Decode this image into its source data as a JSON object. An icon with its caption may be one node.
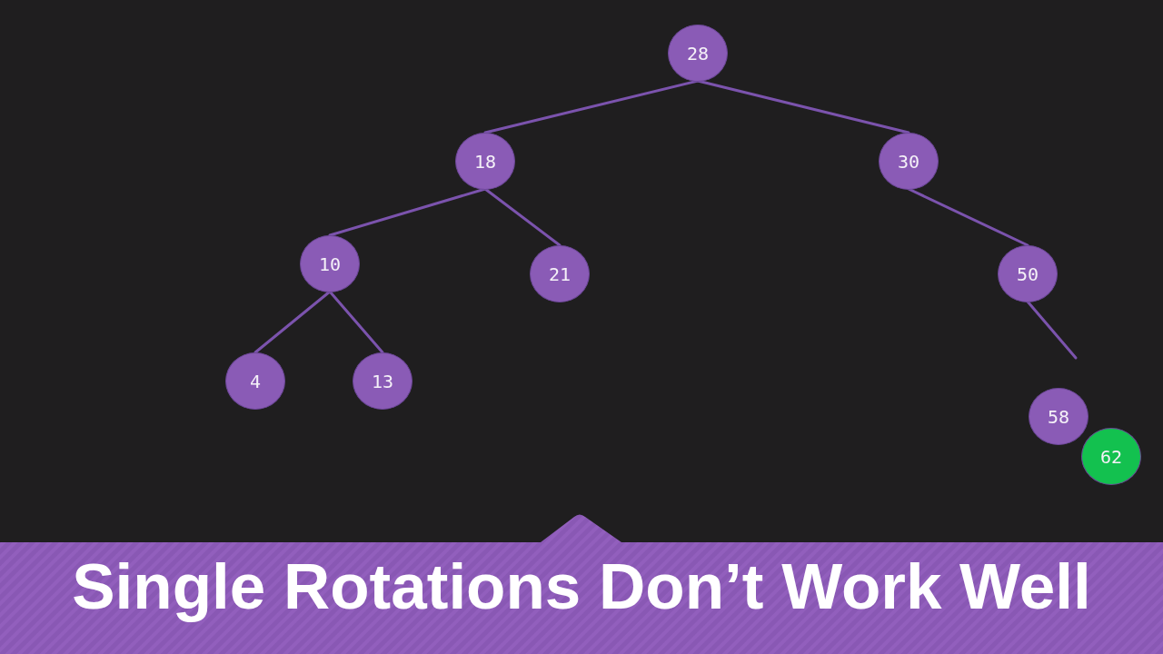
{
  "diagram": {
    "title": "Single Rotations Don’t Work Well",
    "nodes": [
      {
        "text": [
          "28"
        ]
      },
      {
        "text": [
          "18"
        ]
      },
      {
        "text": [
          "30"
        ]
      },
      {
        "text": [
          "10"
        ]
      },
      {
        "text": [
          "21"
        ]
      },
      {
        "text": [
          "50"
        ]
      },
      {
        "text": [
          "4"
        ]
      },
      {
        "text": [
          "13"
        ]
      },
      {
        "text": [
          "58"
        ]
      },
      {
        "text": [
          "62"
        ]
      }
    ],
    "edges": [
      {
        "from": 0,
        "to": 1,
        "arrow": "none"
      },
      {
        "from": 0,
        "to": 2,
        "arrow": "none"
      },
      {
        "from": 1,
        "to": 3,
        "arrow": "none"
      },
      {
        "from": 1,
        "to": 4,
        "arrow": "none"
      },
      {
        "from": 2,
        "to": 5,
        "arrow": "none"
      },
      {
        "from": 3,
        "to": 6,
        "arrow": "none"
      },
      {
        "from": 3,
        "to": 7,
        "arrow": "none"
      },
      {
        "from": 5,
        "to": null,
        "arrow": "none"
      }
    ]
  }
}
